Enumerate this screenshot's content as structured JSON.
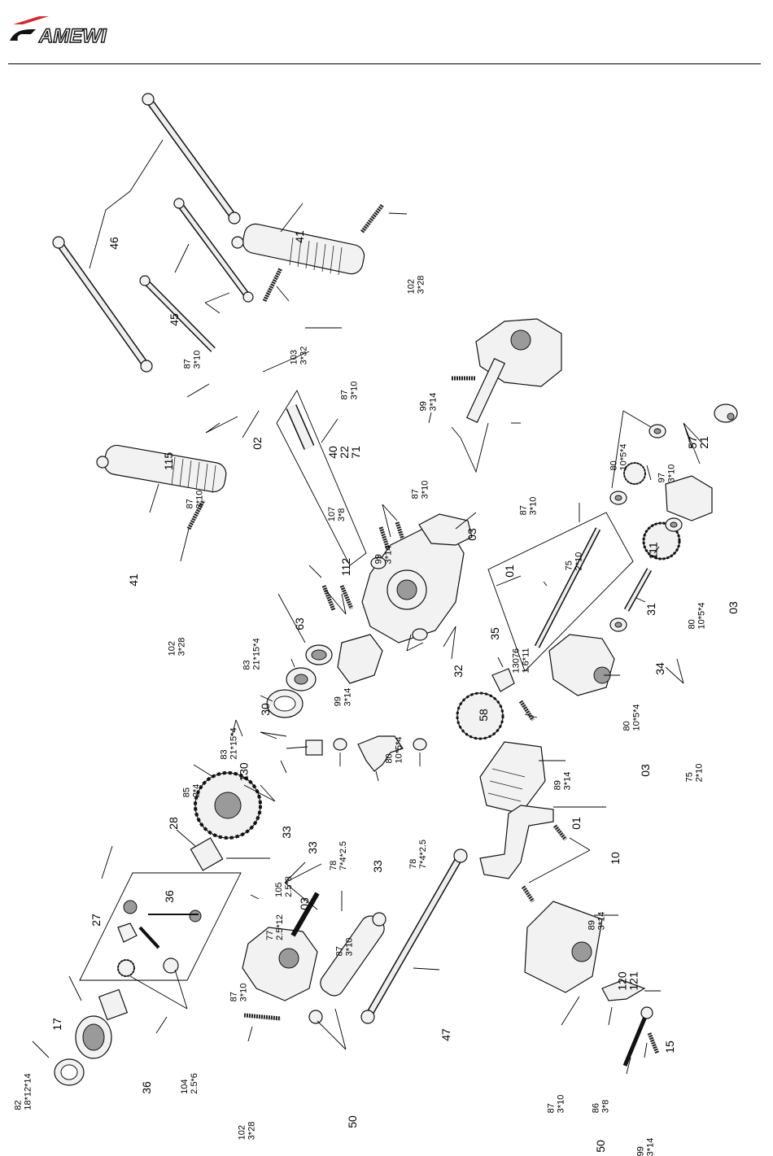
{
  "brand": {
    "logo_text": "AMEWI",
    "accent": "#d6262b"
  },
  "labels": {
    "l46": "46",
    "l41a": "41",
    "l102a": "102\n3*28",
    "l45": "45",
    "l87a": "87\n3*10",
    "l103": "103\n3*32",
    "l87b": "87\n3*10",
    "l99a": "99\n3*14",
    "l02": "02",
    "l115": "115",
    "l40": "40\n22\n71",
    "l87c": "87\n3*10",
    "l107": "107\n3*8",
    "l87d": "87\n3*10",
    "l87e": "87\n3*10",
    "l03a": "03",
    "l80a": "80\n10*5*4",
    "l97": "97\n3*10",
    "l57": "57\n21",
    "l41b": "41",
    "l112": "112",
    "l99b": "99\n3*14",
    "l01a": "01",
    "l111": "111",
    "l75a": "75\n2*10",
    "l102b": "102\n3*28",
    "l63": "63",
    "l83a": "83\n21*15*4",
    "l99c": "99\n3*14",
    "l35": "35",
    "l13076": "13076\n1.6*11",
    "l31": "31",
    "l80b": "80\n10*5*4",
    "l03b": "03",
    "l32": "32",
    "l34": "34",
    "l83b": "83\n21*15*4",
    "l30": "30",
    "l80c": "80\n10*5*4",
    "l58": "58",
    "l80d": "80\n10*5*4",
    "l03c": "03",
    "l75b": "75\n2*10",
    "l85": "85\n2*4",
    "l130": "130",
    "l89a": "89\n3*14",
    "l28": "28",
    "l33a": "33",
    "l33b": "33",
    "l78a": "78\n7*4*2.5",
    "l33c": "33",
    "l78b": "78\n7*4*2.5",
    "l01b": "01",
    "l105": "105\n2.5*8",
    "l10": "10",
    "l36a": "36",
    "l77": "77\n2.5*12",
    "l03d": "03",
    "l87f": "87\n3*10",
    "l27": "27",
    "l89b": "89\n3*14",
    "l87g": "87\n3*10",
    "l120": "120\n121",
    "l17": "17",
    "l47": "47",
    "l104": "104\n2.5*6",
    "l82": "82\n18*12*14",
    "l36b": "36",
    "l15": "15",
    "l102c": "102\n3*28",
    "l50a": "50",
    "l87h": "87\n3*10",
    "l86": "86\n3*8",
    "l50b": "50",
    "l99d": "99\n3*14"
  }
}
